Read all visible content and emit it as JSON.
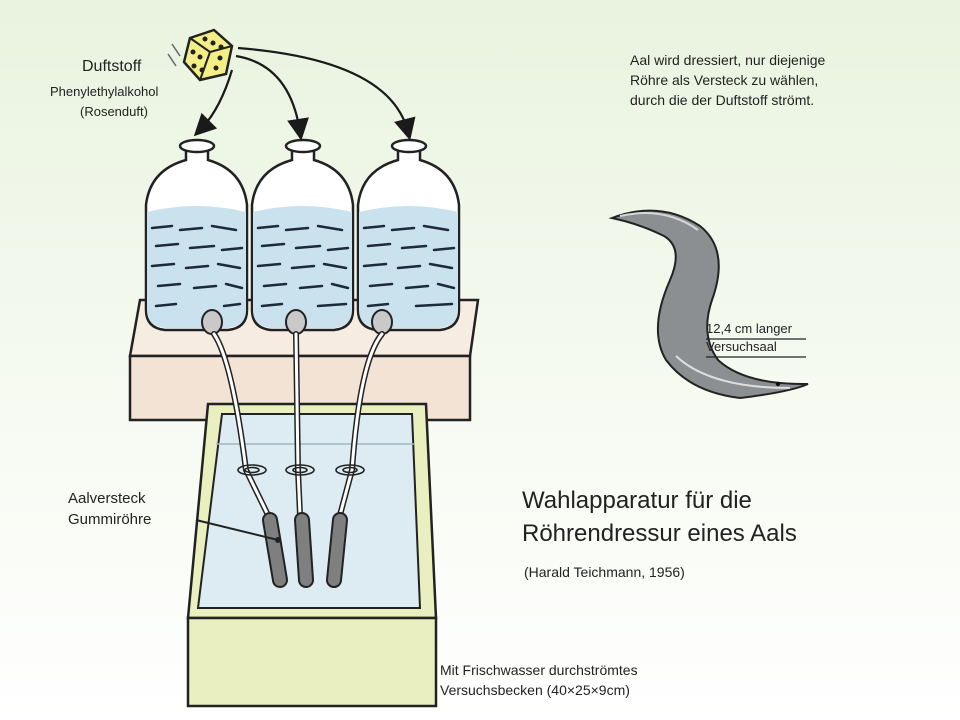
{
  "scent": {
    "title": "Duftstoff",
    "substance": "Phenylethylalkohol",
    "note": "(Rosenduft)"
  },
  "instruction": {
    "lines": [
      "Aal wird dressiert, nur diejenige",
      "Röhre als Versteck zu wählen,",
      "durch die der Duftstoff strömt."
    ]
  },
  "eel": {
    "label_lines": [
      "12,4 cm langer",
      "Versuchsaal"
    ]
  },
  "hideout": {
    "lines": [
      "Aalversteck",
      "Gummiröhre"
    ]
  },
  "title": {
    "line1": "Wahlapparatur für die",
    "line2": "Röhrendressur eines Aals",
    "source": "(Harald Teichmann, 1956)"
  },
  "tank": {
    "lines": [
      "Mit Frischwasser durchströmtes",
      "Versuchsbecken (40×25×9cm)"
    ]
  },
  "colors": {
    "water": "#c9e2ee",
    "water_dark": "#1c2a3a",
    "stand": "#f3e3d4",
    "tank_frame": "#e9efbf",
    "die": "#f4ee86",
    "tube": "#7f7f7f"
  },
  "icons": [
    "dice-icon",
    "eel-illustration",
    "bottle-icon",
    "arrow-icon"
  ]
}
